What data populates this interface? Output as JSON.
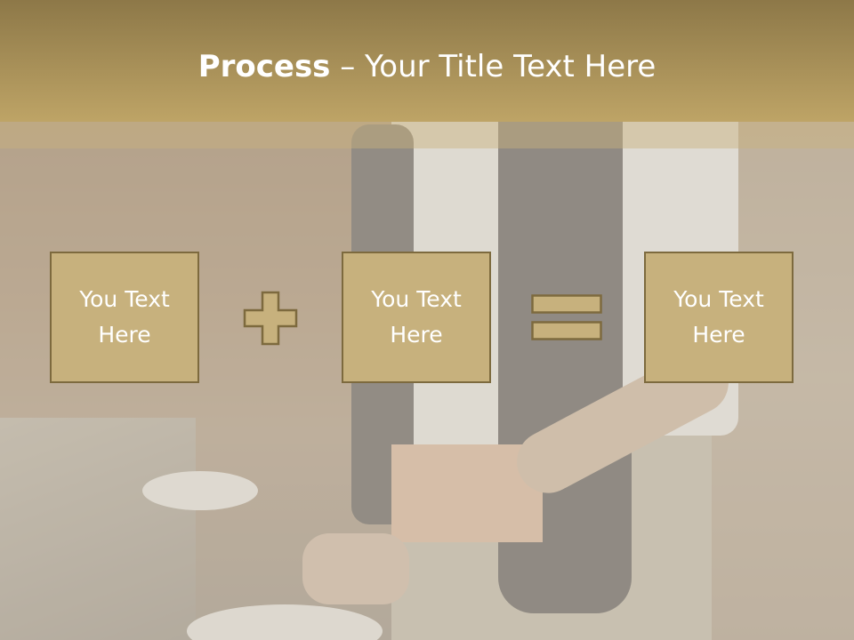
{
  "slide": {
    "title_bold": "Process",
    "title_rest": " – Your Title Text Here"
  },
  "process": {
    "boxes": [
      {
        "text": "You Text Here"
      },
      {
        "text": "You Text Here"
      },
      {
        "text": "You Text Here"
      }
    ],
    "operators": [
      "plus-icon",
      "equals-icon"
    ]
  },
  "colors": {
    "header": "#bea466",
    "box_fill": "#c7b17d",
    "box_border": "#7d6a3e",
    "text": "#ffffff"
  }
}
